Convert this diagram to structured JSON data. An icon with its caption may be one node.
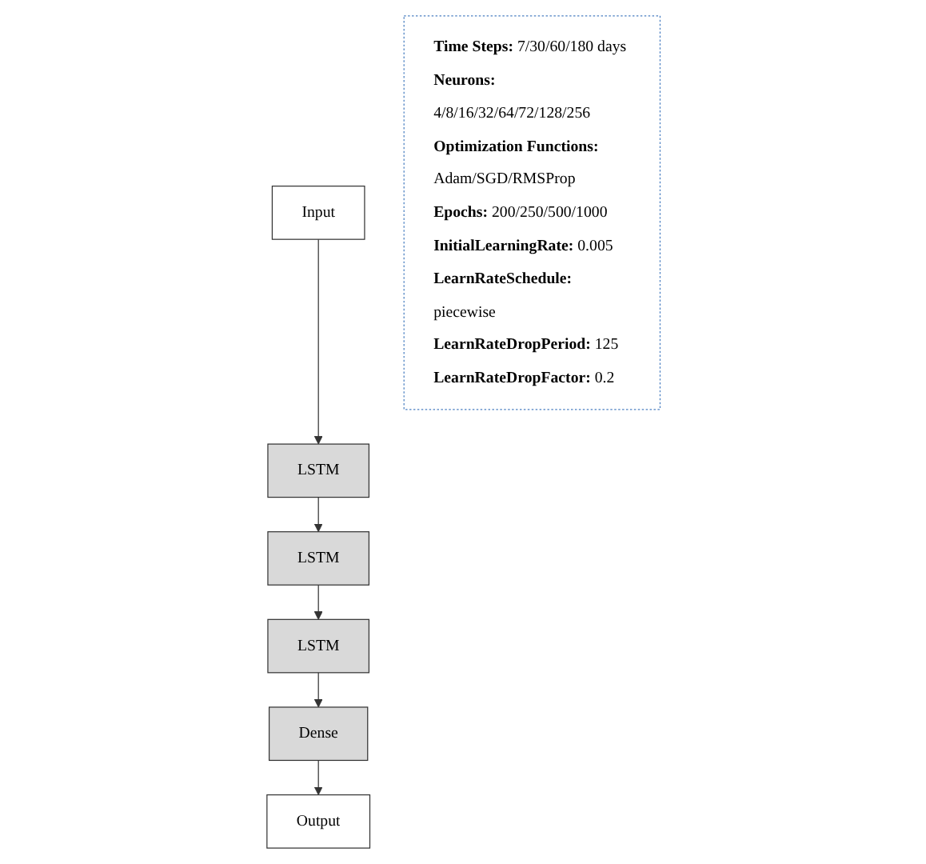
{
  "diagram": {
    "nodes": [
      {
        "text": [
          "Input"
        ]
      },
      {
        "text": [
          "LSTM"
        ]
      },
      {
        "text": [
          "LSTM"
        ]
      },
      {
        "text": [
          "LSTM"
        ]
      },
      {
        "text": [
          "Dense"
        ]
      },
      {
        "text": [
          "Output"
        ]
      },
      {
        "text": [
          "**Time Steps:** 7/30/60/180 days",
          "**Neurons:** 4/8/16/32/64/72/128/256",
          "**Optimization Functions:** Adam/SGD/RMSProp",
          "**Epochs:** 200/250/500/1000",
          "**InitialLearningRate:** 0.005",
          "**LearnRateSchedule:** piecewise",
          "**LearnRateDropPeriod:** 125",
          "**LearnRateDropFactor:** 0.2"
        ]
      }
    ],
    "edges": [
      {
        "from": 0,
        "to": 1,
        "arrow": "to"
      },
      {
        "from": 1,
        "to": 2,
        "arrow": "to"
      },
      {
        "from": 2,
        "to": 3,
        "arrow": "to"
      },
      {
        "from": 3,
        "to": 4,
        "arrow": "to"
      },
      {
        "from": 4,
        "to": 5,
        "arrow": "to"
      }
    ]
  }
}
